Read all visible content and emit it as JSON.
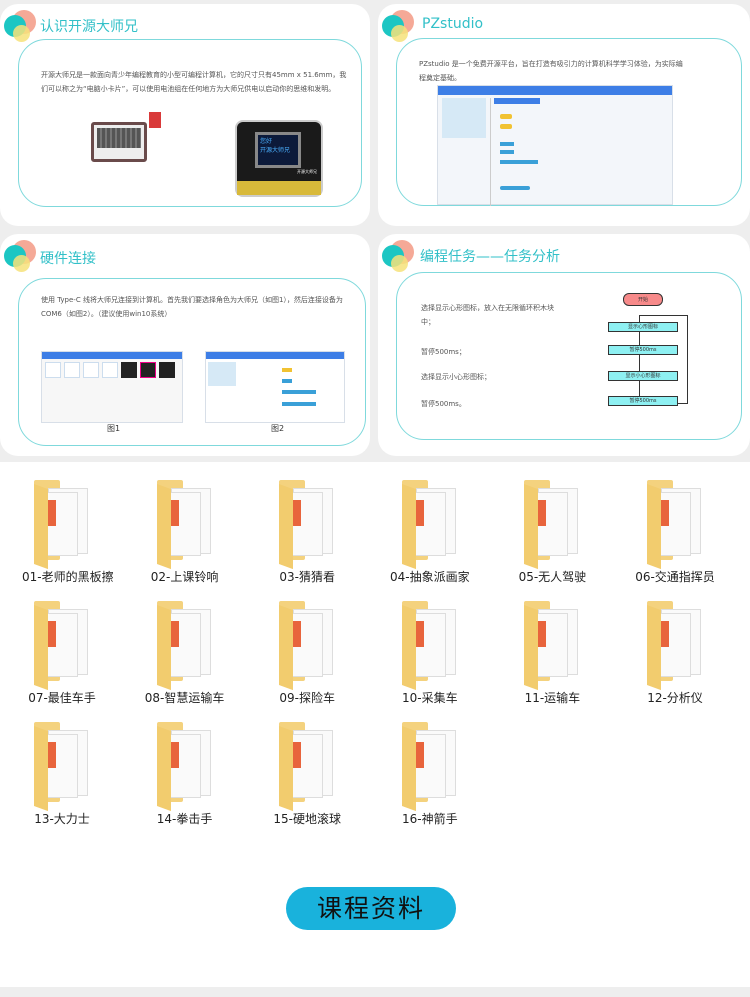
{
  "cards": {
    "intro": {
      "title": "认识开源大师兄",
      "text": "开源大师兄是一款面向青少年编程教育的小型可编程计算机，它的尺寸只有45mm x 51.6mm，我们可以称之为“电脑小卡片”，可以使用电池组在任何地方为大师兄供电以启动你的思维和发明。",
      "screen_text": [
        "您好",
        "开源大师兄"
      ],
      "board_label": "开源大师兄"
    },
    "pzstudio": {
      "title": "PZstudio",
      "text": "PZstudio 是一个免费开源平台，旨在打造有吸引力的计算机科学学习体验，为实际编程奠定基础。"
    },
    "hardware": {
      "title": "硬件连接",
      "text": "使用 Type-C 线将大师兄连接到计算机。首先我们要选择角色为大师兄（如图1），然后连接设备为 COM6（如图2）。（建议使用win10系统）",
      "fig1": "图1",
      "fig2": "图2"
    },
    "task": {
      "title": "编程任务——任务分析",
      "steps": [
        "选择显示心形图标，放入在无限循环积木块中；",
        "暂停500ms；",
        "选择显示小心形图标；",
        "暂停500ms。"
      ],
      "flow": {
        "start": "开始",
        "nodes": [
          "显示心形图标",
          "暂停500ms",
          "显示小心形图标",
          "暂停500ms"
        ]
      }
    }
  },
  "folders": [
    "01-老师的黑板擦",
    "02-上课铃响",
    "03-猜猜看",
    "04-抽象派画家",
    "05-无人驾驶",
    "06-交通指挥员",
    "07-最佳车手",
    "08-智慧运输车",
    "09-探险车",
    "10-采集车",
    "11-运输车",
    "12-分析仪",
    "13-大力士",
    "14-拳击手",
    "15-硬地滚球",
    "16-神箭手"
  ],
  "button": "课程资料",
  "colors": {
    "accent": "#32c0c8",
    "button": "#19b2dc",
    "folder": "#f4d27e"
  }
}
